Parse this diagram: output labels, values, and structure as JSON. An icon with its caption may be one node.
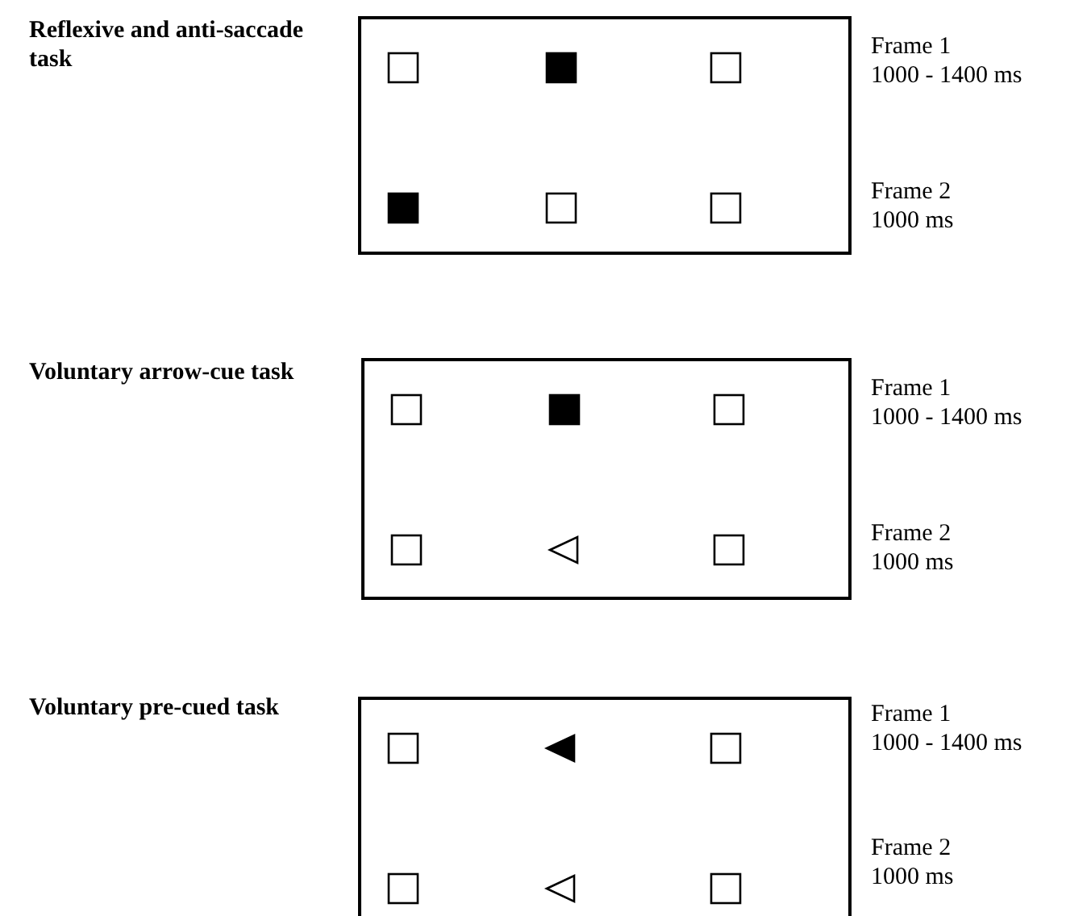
{
  "diagram": {
    "nodes": [
      {
        "text": [
          "Reflexive and anti-saccade task"
        ],
        "beside": [
          "Frame 1",
          "1000 - 1400 ms",
          "Frame 2",
          "1000 ms"
        ]
      },
      {
        "text": [
          "Voluntary arrow-cue task"
        ],
        "beside": [
          "Frame 1",
          "1000 - 1400 ms",
          "Frame 2",
          "1000 ms"
        ]
      },
      {
        "text": [
          "Voluntary pre-cued task"
        ],
        "beside": [
          "Frame 1",
          "1000 - 1400 ms",
          "Frame 2",
          "1000 ms"
        ]
      }
    ]
  }
}
